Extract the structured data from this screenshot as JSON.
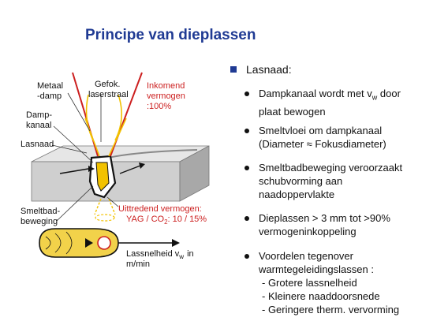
{
  "title": "Principe van dieplassen",
  "diagram": {
    "labels": {
      "metaal": [
        "Metaal",
        "-damp"
      ],
      "gefok": [
        "Gefok.",
        "laserstraal"
      ],
      "inkomend": [
        "Inkomend",
        "vermogen",
        ":100%"
      ],
      "dampkanaal": [
        "Damp-",
        "kanaal"
      ],
      "lasnaad": "Lasnaad",
      "uittredend": [
        "Uittredend vermogen:",
        "YAG / CO",
        "2",
        ": 10 / 15%"
      ],
      "smeltbad": [
        "Smeltbad-",
        "beweging"
      ],
      "lassnelheid": [
        "Lassnelheid v",
        "w",
        "in",
        "m/min"
      ]
    },
    "colors": {
      "red": "#cc1f1f",
      "yellow": "#f2c200",
      "plate": "#d9d9d9",
      "black": "#111111"
    }
  },
  "bullets": {
    "heading": "Lasnaad:",
    "items": [
      {
        "lines": [
          "Dampkanaal wordt met v",
          "w",
          "door",
          "plaat bewogen"
        ]
      },
      {
        "lines": [
          "Smeltvloei om dampkanaal",
          "(Diameter ≈ Fokusdiameter)"
        ]
      },
      {
        "lines": [
          "Smeltbadbeweging veroorzaakt",
          "schubvorming aan",
          "naadoppervlakte"
        ]
      },
      {
        "lines": [
          "Dieplassen > 3 mm tot >90%",
          "vermogeninkoppeling"
        ]
      },
      {
        "lines": [
          "Voordelen tegenover",
          "warmtegeleidingslassen :"
        ],
        "sub": [
          "- Grotere lassnelheid",
          "- Kleinere naaddoorsnede",
          "- Geringere therm. vervorming"
        ]
      }
    ]
  },
  "colors": {
    "title": "#1f3a93",
    "bullet_square": "#1f3a93"
  }
}
